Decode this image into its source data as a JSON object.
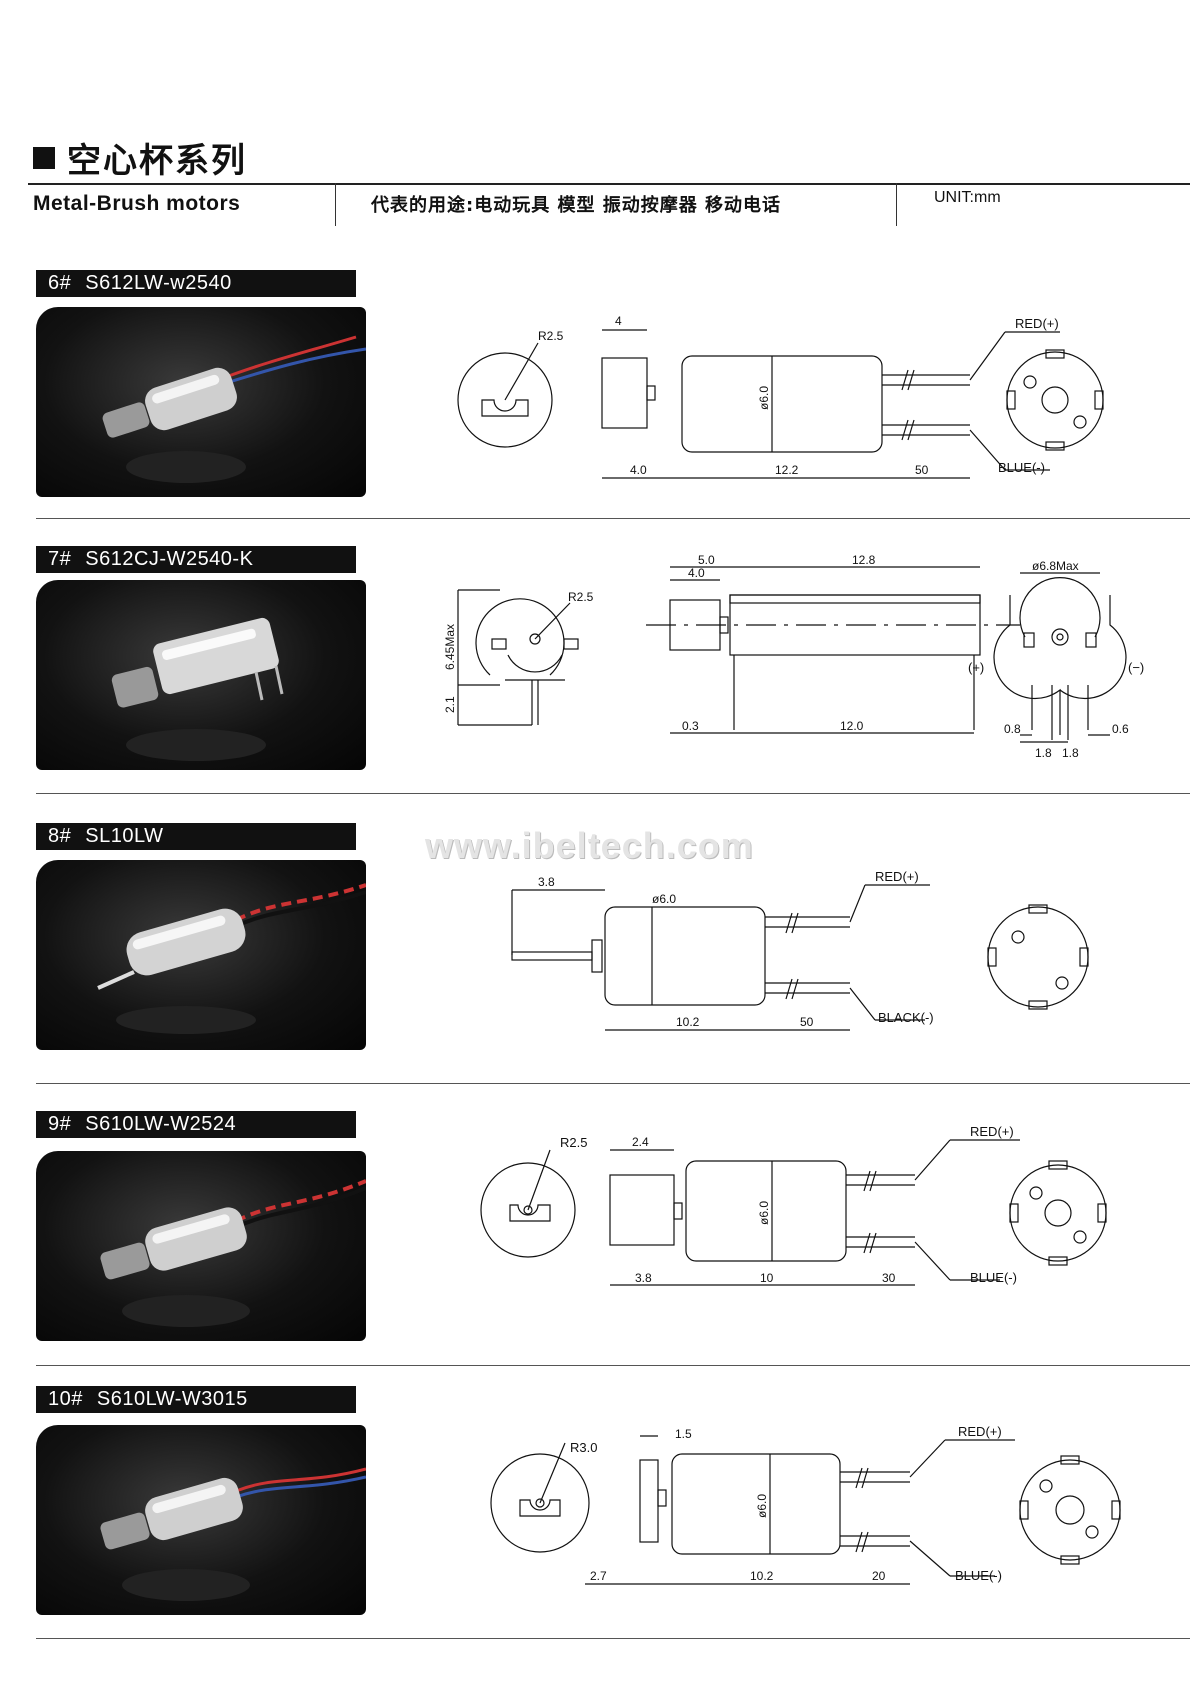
{
  "header": {
    "title": "空心杯系列",
    "subtitle_en": "Metal-Brush motors",
    "uses": "代表的用途:电动玩具 模型 振动按摩器 移动电话",
    "unit": "UNIT:mm"
  },
  "watermark": "www.ibeltech.com",
  "motors": [
    {
      "number": "6#",
      "model": "S612LW-w2540",
      "dims": {
        "radius": "R2.5",
        "eccentric_width": "4",
        "diameter": "ø6.0",
        "eccentric_length": "4.0",
        "body_length": "12.2",
        "lead_length": "50",
        "red_lead": "RED(+)",
        "blue_lead": "BLUE(-)"
      }
    },
    {
      "number": "7#",
      "model": "S612CJ-W2540-K",
      "dims": {
        "radius": "R2.5",
        "height": "6.45Max",
        "pin": "2.1",
        "top1": "5.0",
        "top2": "4.0",
        "total_length": "12.8",
        "gap": "0.3",
        "body_length": "12.0",
        "diameter_max": "ø6.8Max",
        "plus": "(+)",
        "minus": "(−)",
        "pin_w1": "0.8",
        "pin_w2": "0.6",
        "pitch1": "1.8",
        "pitch2": "1.8"
      }
    },
    {
      "number": "8#",
      "model": "SL10LW",
      "dims": {
        "shaft_length": "3.8",
        "diameter": "ø6.0",
        "body_length": "10.2",
        "lead_length": "50",
        "red_lead": "RED(+)",
        "black_lead": "BLACK(-)"
      }
    },
    {
      "number": "9#",
      "model": "S610LW-W2524",
      "dims": {
        "radius": "R2.5",
        "eccentric_width": "2.4",
        "diameter": "ø6.0",
        "eccentric_length": "3.8",
        "body_length": "10",
        "lead_length": "30",
        "red_lead": "RED(+)",
        "blue_lead": "BLUE(-)"
      }
    },
    {
      "number": "10#",
      "model": "S610LW-W3015",
      "dims": {
        "radius": "R3.0",
        "eccentric_width": "1.5",
        "diameter": "ø6.0",
        "eccentric_length": "2.7",
        "body_length": "10.2",
        "lead_length": "20",
        "red_lead": "RED(+)",
        "blue_lead": "BLUE(-)"
      }
    }
  ]
}
